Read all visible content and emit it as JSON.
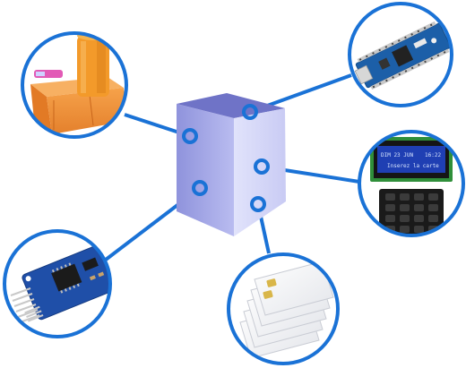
{
  "colors": {
    "connector": "#1a72d6",
    "hub_front": "#a8acec",
    "hub_top": "#6f73c7",
    "hub_side": "#d2d4f7"
  },
  "hub": {
    "icon": "cube-hub"
  },
  "peripherals": [
    {
      "id": "battery-module",
      "icon": "orange-battery-pack"
    },
    {
      "id": "arduino-nano",
      "icon": "arduino-nano-board"
    },
    {
      "id": "lcd-keypad",
      "icon": "lcd-with-keypad"
    },
    {
      "id": "rtc-module",
      "icon": "ds3231-rtc-module"
    },
    {
      "id": "smart-cards",
      "icon": "chip-card-stack"
    }
  ],
  "lcd": {
    "line1_left": "DIM 23 JUN",
    "line1_right": "16:22",
    "line2": "Inserez la carte"
  }
}
